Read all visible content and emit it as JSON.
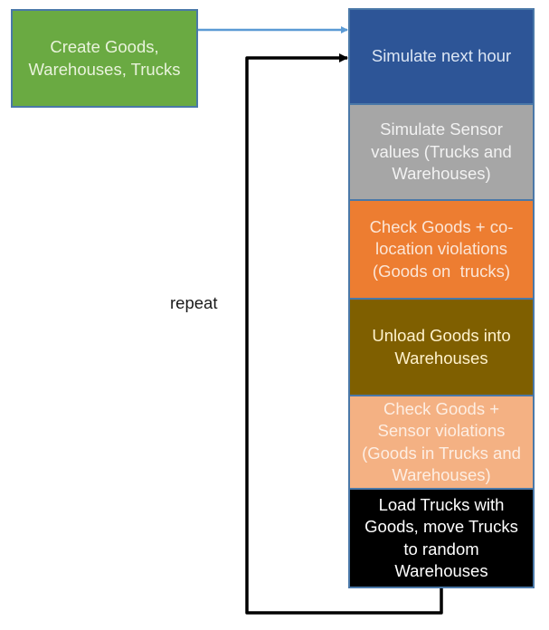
{
  "start": {
    "label": "Create Goods, Warehouses, Trucks"
  },
  "steps": [
    {
      "label": "Simulate next hour"
    },
    {
      "label": "Simulate Sensor values (Trucks and Warehouses)"
    },
    {
      "label": "Check Goods + co-location violations (Goods on  trucks)"
    },
    {
      "label": "Unload Goods into Warehouses"
    },
    {
      "label": "Check Goods + Sensor violations (Goods in Trucks and Warehouses)"
    },
    {
      "label": "Load Trucks with Goods, move Trucks to random Warehouses"
    }
  ],
  "loop": {
    "label": "repeat"
  },
  "colors": {
    "start": "#6aaa42",
    "simulate_next_hour": "#2d5597",
    "simulate_sensor": "#a6a6a6",
    "check_colocation": "#ed7d31",
    "unload": "#7f5f00",
    "check_sensor": "#f4b183",
    "load_trucks": "#000000",
    "entry_arrow": "#5b9bd5",
    "loop_arrow": "#000000"
  }
}
